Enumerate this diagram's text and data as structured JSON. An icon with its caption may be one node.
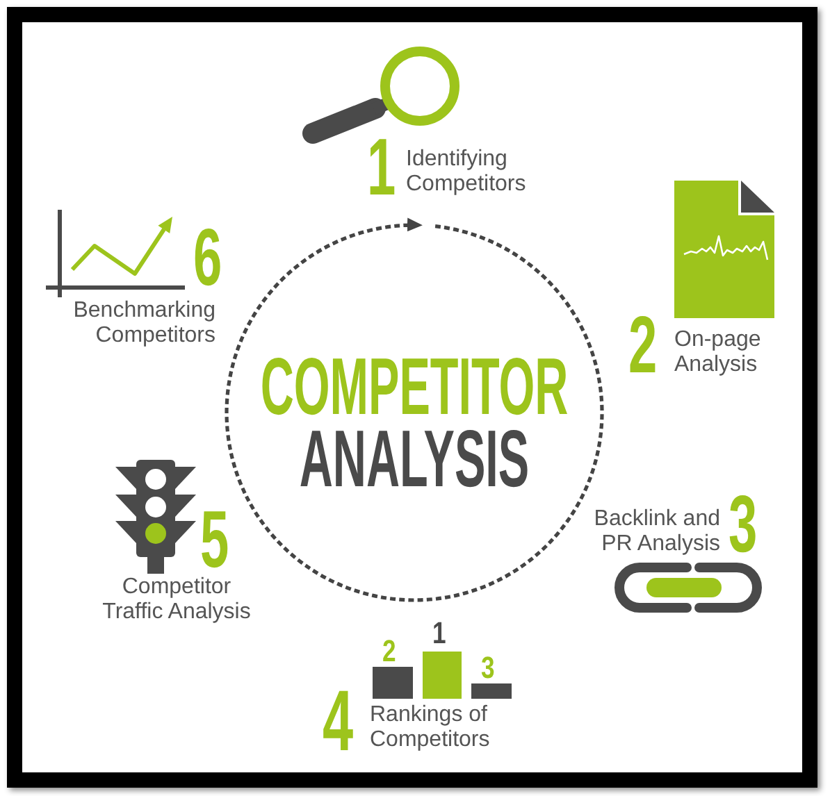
{
  "diagram": {
    "nodes": [
      {
        "text": [
          "COMPETITOR",
          "ANALYSIS"
        ]
      }
    ],
    "labels": [
      "1",
      "Identifying Competitors",
      "2",
      "On-page Analysis",
      "Backlink and PR Analysis",
      "3",
      "2",
      "1",
      "3",
      "4",
      "Rankings of Competitors",
      "5",
      "Competitor Traffic Analysis",
      "6",
      "Benchmarking Competitors"
    ]
  }
}
